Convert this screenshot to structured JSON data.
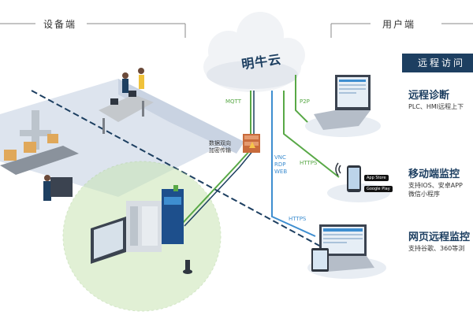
{
  "sections": {
    "device_side": "设备端",
    "user_side": "用户端"
  },
  "cloud": {
    "label": "明牛云"
  },
  "protocols": {
    "mqtt": "MQTT",
    "encryption_line1": "数据双向",
    "encryption_line2": "加密传输",
    "vnc": "VNC",
    "rdp": "RDP",
    "web": "WEB",
    "p2p": "P2P",
    "https_mobile": "HTTPS",
    "https_web": "HTTPS"
  },
  "remote_access": {
    "title": "远程访问"
  },
  "features": [
    {
      "title": "远程诊断",
      "desc_line1": "PLC、HMI远程上下",
      "desc_line2": ""
    },
    {
      "title": "移动端监控",
      "desc_line1": "支持IOS、安卓APP",
      "desc_line2": "微信小程序"
    },
    {
      "title": "网页远程监控",
      "desc_line1": "支持谷歌、360等浏",
      "desc_line2": ""
    }
  ],
  "app_badges": [
    "App Store",
    "Google Play"
  ],
  "colors": {
    "brand_navy": "#1d3f61",
    "link_green": "#58a846",
    "link_blue": "#3e8ed0",
    "zone_green": "#c9e4b4",
    "floor_blue": "#dde4ee"
  }
}
